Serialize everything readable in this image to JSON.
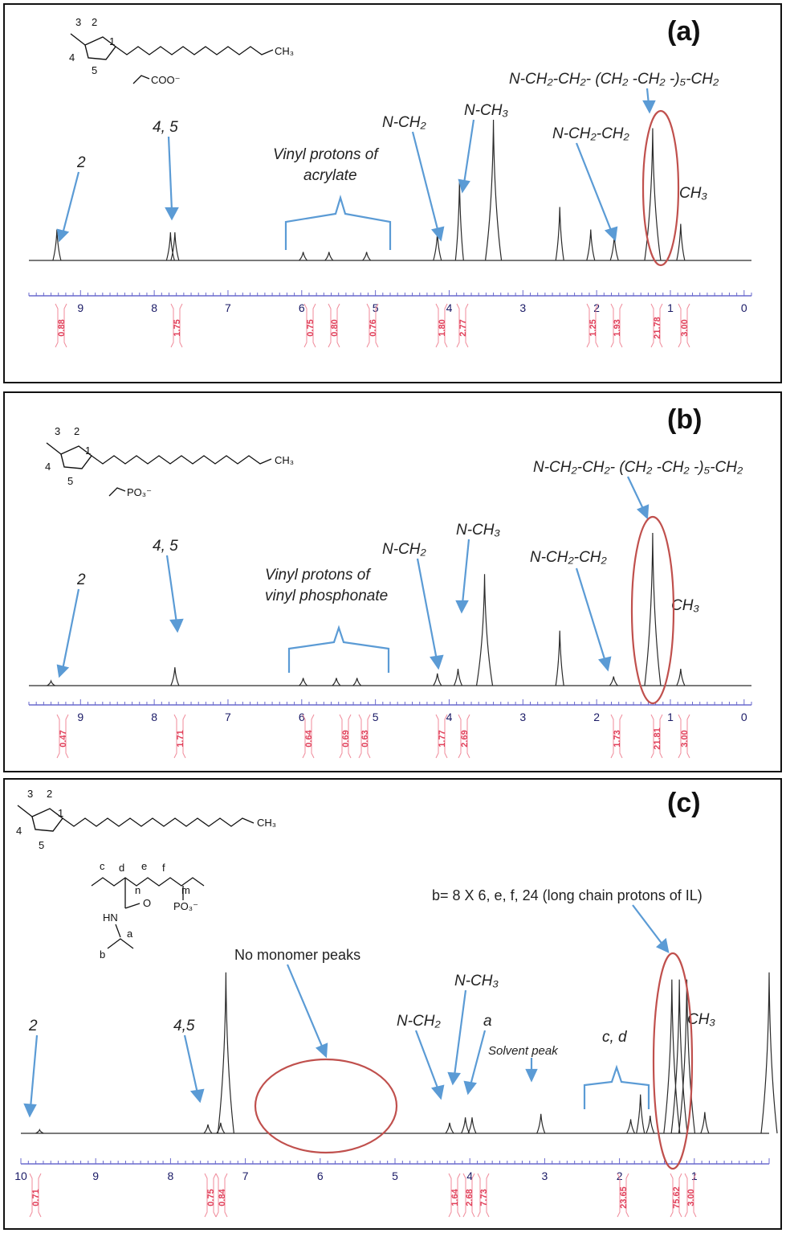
{
  "colors": {
    "arrow": "#5b9bd5",
    "integral": "#f08a9a",
    "integral_text": "#e0405a",
    "circle": "#c0504d",
    "axis": "#6a6acd",
    "spectrum": "#2a2a2a"
  },
  "panels": [
    {
      "id": "a",
      "label": "(a)",
      "anion": "COO⁻",
      "annotations": {
        "h2": "2",
        "h45": "4, 5",
        "vinyl_line1": "Vinyl protons of",
        "vinyl_line2": "acrylate",
        "nch2": "N-CH₂",
        "nch3": "N-CH₃",
        "nch2ch2": "N-CH₂-CH₂",
        "chain": "N-CH₂-CH₂- (CH₂ -CH₂ -)₅-CH₂",
        "ch3": "CH₃"
      },
      "integrals": [
        "0.88",
        "1.75",
        "0.75",
        "0.80",
        "0.76",
        "1.80",
        "2.77",
        "1.25",
        "1.93",
        "21.78",
        "3.00"
      ]
    },
    {
      "id": "b",
      "label": "(b)",
      "anion": "PO₃⁻",
      "annotations": {
        "h2": "2",
        "h45": "4, 5",
        "vinyl_line1": "Vinyl protons of",
        "vinyl_line2": "vinyl phosphonate",
        "nch2": "N-CH₂",
        "nch3": "N-CH₃",
        "nch2ch2": "N-CH₂-CH₂",
        "chain": "N-CH₂-CH₂- (CH₂ -CH₂ -)₅-CH₂",
        "ch3": "CH₃"
      },
      "integrals": [
        "0.47",
        "1.71",
        "0.64",
        "0.69",
        "0.63",
        "1.77",
        "2.69",
        "1.73",
        "21.81",
        "3.00"
      ]
    },
    {
      "id": "c",
      "label": "(c)",
      "anion": "PO₃⁻",
      "annotations": {
        "h2": "2",
        "h45": "4,5",
        "no_monomer": "No monomer peaks",
        "nch2": "N-CH₂",
        "nch3": "N-CH₃",
        "a": "a",
        "solvent": "Solvent peak",
        "cd": "c, d",
        "chain": "b= 8 X 6, e, f, 24 (long chain protons of IL)",
        "ch3": "CH₃"
      },
      "integrals": [
        "0.71",
        "0.75",
        "0.84",
        "1.64",
        "2.68",
        "7.73",
        "23.65",
        "75.62",
        "3.00"
      ]
    }
  ],
  "chart_data": [
    {
      "type": "line",
      "title": "(a)",
      "xlabel": "",
      "ylabel": "",
      "xlim": [
        9.7,
        -0.1
      ],
      "x_ticks": [
        9,
        8,
        7,
        6,
        5,
        4,
        3,
        2,
        1,
        0
      ],
      "peaks_ppm": [
        {
          "x": 9.32,
          "height": 0.22
        },
        {
          "x": 7.78,
          "height": 0.2
        },
        {
          "x": 7.72,
          "height": 0.2
        },
        {
          "x": 5.98,
          "height": 0.06
        },
        {
          "x": 5.63,
          "height": 0.06
        },
        {
          "x": 5.12,
          "height": 0.06
        },
        {
          "x": 4.16,
          "height": 0.2
        },
        {
          "x": 3.86,
          "height": 0.56
        },
        {
          "x": 3.4,
          "height": 1.0
        },
        {
          "x": 2.5,
          "height": 0.38
        },
        {
          "x": 2.08,
          "height": 0.22
        },
        {
          "x": 1.76,
          "height": 0.18
        },
        {
          "x": 1.24,
          "height": 0.94
        },
        {
          "x": 0.86,
          "height": 0.26
        }
      ]
    },
    {
      "type": "line",
      "title": "(b)",
      "xlabel": "",
      "ylabel": "",
      "xlim": [
        9.7,
        -0.1
      ],
      "x_ticks": [
        9,
        8,
        7,
        6,
        5,
        4,
        3,
        2,
        1,
        0
      ],
      "peaks_ppm": [
        {
          "x": 9.4,
          "height": 0.03
        },
        {
          "x": 7.72,
          "height": 0.12
        },
        {
          "x": 5.98,
          "height": 0.05
        },
        {
          "x": 5.53,
          "height": 0.05
        },
        {
          "x": 5.25,
          "height": 0.05
        },
        {
          "x": 4.16,
          "height": 0.08
        },
        {
          "x": 3.88,
          "height": 0.11
        },
        {
          "x": 3.52,
          "height": 0.73
        },
        {
          "x": 2.5,
          "height": 0.36
        },
        {
          "x": 1.77,
          "height": 0.06
        },
        {
          "x": 1.24,
          "height": 1.0
        },
        {
          "x": 0.86,
          "height": 0.11
        }
      ]
    },
    {
      "type": "line",
      "title": "(c)",
      "xlabel": "",
      "ylabel": "",
      "xlim": [
        10.0,
        0.0
      ],
      "x_ticks": [
        10,
        9,
        8,
        7,
        6,
        5,
        4,
        3,
        2,
        1
      ],
      "peaks_ppm": [
        {
          "x": 9.75,
          "height": 0.02
        },
        {
          "x": 7.5,
          "height": 0.05
        },
        {
          "x": 7.33,
          "height": 0.06
        },
        {
          "x": 7.26,
          "height": 0.91
        },
        {
          "x": 4.27,
          "height": 0.06
        },
        {
          "x": 4.06,
          "height": 0.09
        },
        {
          "x": 3.97,
          "height": 0.09
        },
        {
          "x": 3.05,
          "height": 0.11
        },
        {
          "x": 1.85,
          "height": 0.08
        },
        {
          "x": 1.72,
          "height": 0.22
        },
        {
          "x": 1.59,
          "height": 0.1
        },
        {
          "x": 1.3,
          "height": 0.87
        },
        {
          "x": 1.2,
          "height": 0.87
        },
        {
          "x": 1.1,
          "height": 0.87
        },
        {
          "x": 0.86,
          "height": 0.12
        },
        {
          "x": 0.0,
          "height": 0.91
        }
      ]
    }
  ]
}
